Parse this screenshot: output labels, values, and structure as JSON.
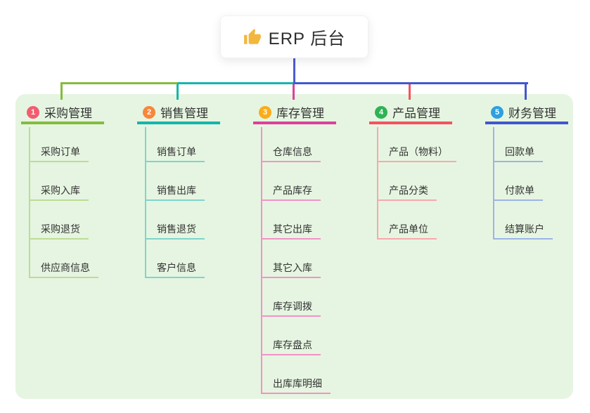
{
  "root": {
    "title": "ERP 后台",
    "icon": "thumbs-up-icon",
    "icon_color": "#f3b73d",
    "line_color": "#4d5bd3"
  },
  "canvas": {
    "background": "#ffffff",
    "panel_background": "#e6f5e1",
    "text_color": "#333333"
  },
  "branches": [
    {
      "num": "1",
      "title": "采购管理",
      "badge_color": "#f35c6e",
      "line_color": "#85bb40",
      "sub_line_color": "#bcdc96",
      "items": [
        "采购订单",
        "采购入库",
        "采购退货",
        "供应商信息"
      ]
    },
    {
      "num": "2",
      "title": "销售管理",
      "badge_color": "#f8863b",
      "line_color": "#14b6aa",
      "sub_line_color": "#7ed5cb",
      "items": [
        "销售订单",
        "销售出库",
        "销售退货",
        "客户信息"
      ]
    },
    {
      "num": "3",
      "title": "库存管理",
      "badge_color": "#fbac18",
      "line_color": "#dc3f9d",
      "sub_line_color": "#f392c7",
      "items": [
        "仓库信息",
        "产品库存",
        "其它出库",
        "其它入库",
        "库存调拨",
        "库存盘点",
        "出库库明细"
      ]
    },
    {
      "num": "4",
      "title": "产品管理",
      "badge_color": "#2eb354",
      "line_color": "#f4525e",
      "sub_line_color": "#f8a8ad",
      "items": [
        "产品（物料）",
        "产品分类",
        "产品单位"
      ]
    },
    {
      "num": "5",
      "title": "财务管理",
      "badge_color": "#2e9fe0",
      "line_color": "#4157ce",
      "sub_line_color": "#9db4e6",
      "items": [
        "回款单",
        "付款单",
        "结算账户"
      ]
    }
  ]
}
